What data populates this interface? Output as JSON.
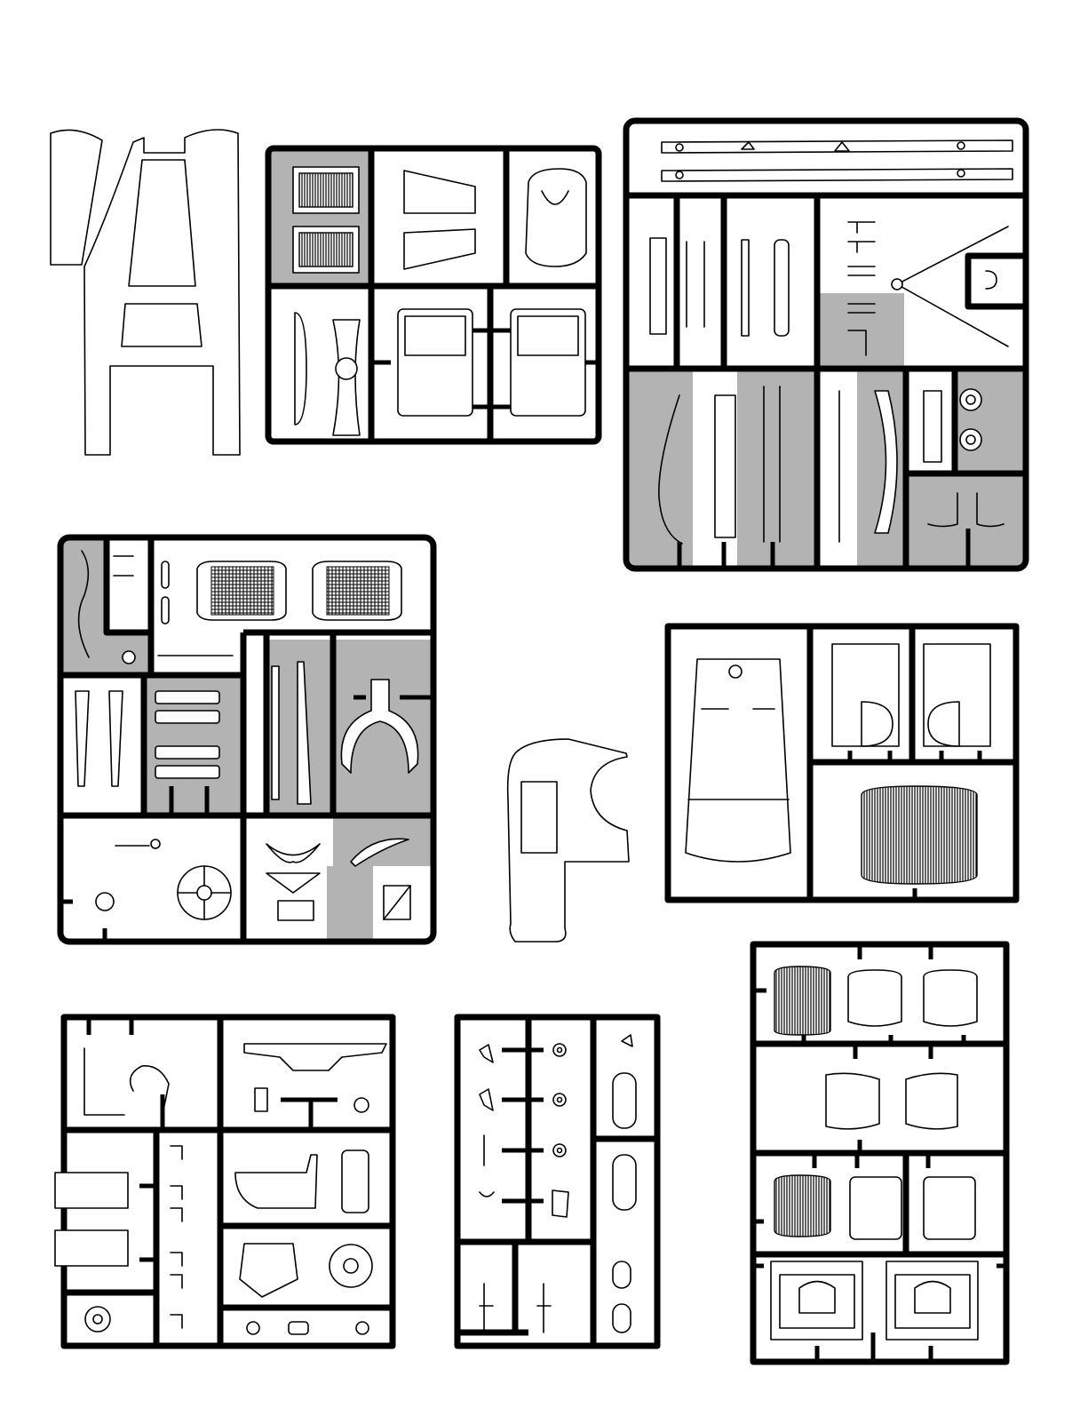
{
  "sheet": {
    "colors": {
      "runner": "#000000",
      "shade": "#b3b3b3",
      "background": "#ffffff"
    }
  },
  "parts": [
    {
      "id": "chassis-frame-outline"
    },
    {
      "id": "sprue-cabin-interior"
    },
    {
      "id": "sprue-frame-rails"
    },
    {
      "id": "sprue-engine-detail"
    },
    {
      "id": "cab-side-panel"
    },
    {
      "id": "sprue-floor-seats"
    },
    {
      "id": "sprue-engine-block"
    },
    {
      "id": "sprue-small-parts"
    },
    {
      "id": "sprue-seat-cushions"
    }
  ]
}
